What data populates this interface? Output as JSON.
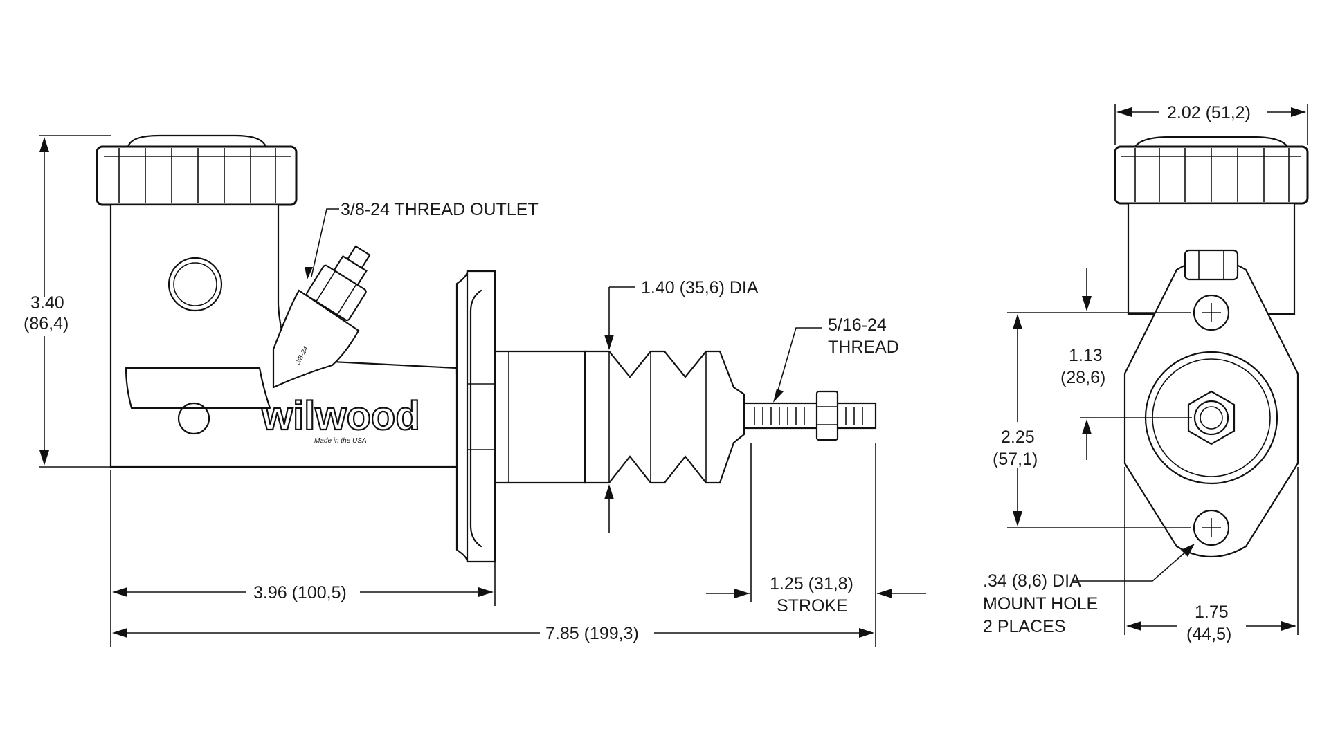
{
  "brand": {
    "logo_text": "wilwood",
    "made_in": "Made in the USA",
    "fitting_mark": "3/8-24"
  },
  "dimensions": {
    "height_in": "3.40",
    "height_mm": "(86,4)",
    "outlet_thread": "3/8-24 THREAD OUTLET",
    "boot_dia": "1.40 (35,6) DIA",
    "pushrod_thread_line1": "5/16-24",
    "pushrod_thread_line2": "THREAD",
    "body_length": "3.96 (100,5)",
    "overall_length": "7.85 (199,3)",
    "stroke_value": "1.25 (31,8)",
    "stroke_label": "STROKE",
    "top_width": "2.02 (51,2)",
    "offset_in": "1.13",
    "offset_mm": "(28,6)",
    "hole_spacing_in": "2.25",
    "hole_spacing_mm": "(57,1)",
    "mount_hole_line1": ".34 (8,6) DIA",
    "mount_hole_line2": "MOUNT HOLE",
    "mount_hole_line3": "2 PLACES",
    "flange_width_in": "1.75",
    "flange_width_mm": "(44,5)"
  }
}
